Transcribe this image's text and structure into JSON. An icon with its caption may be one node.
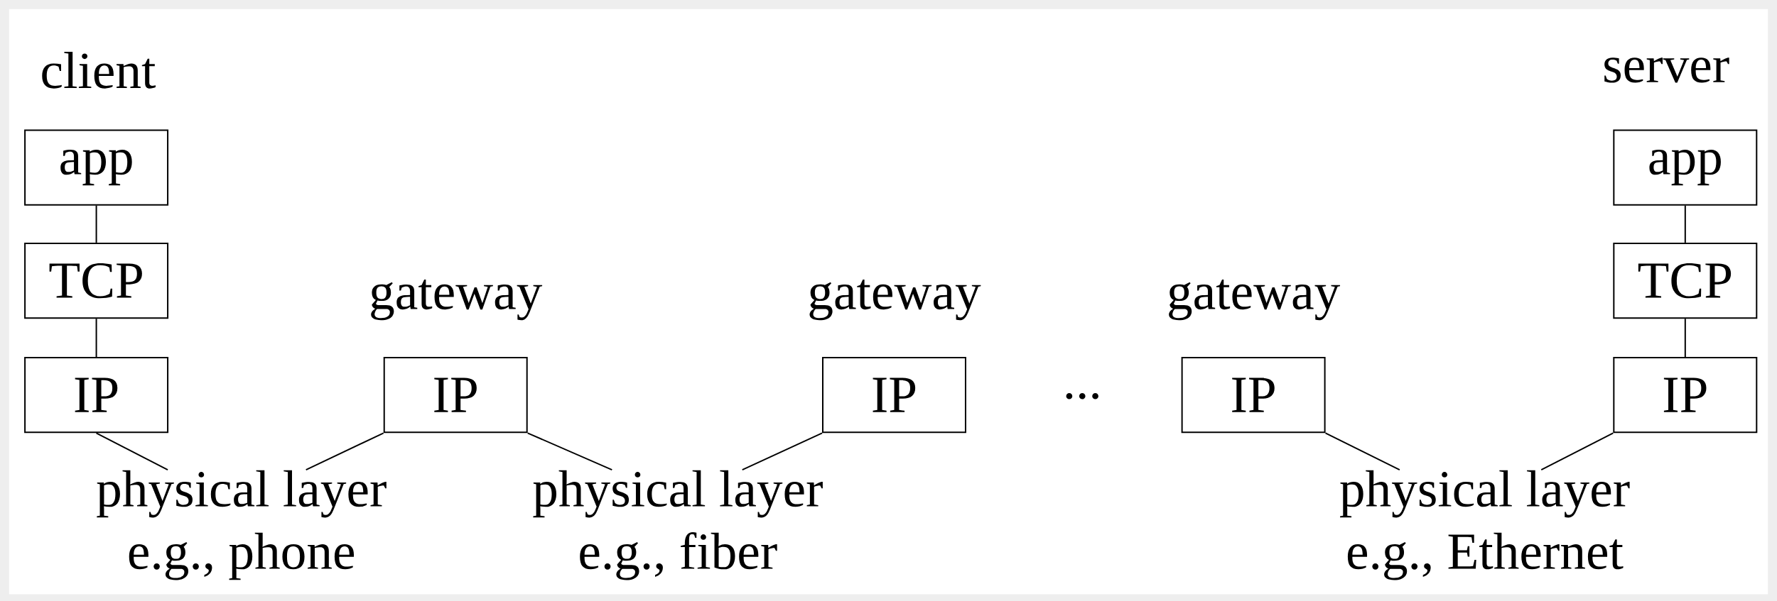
{
  "diagram": {
    "nodes": [
      {
        "text": [
          "app"
        ]
      },
      {
        "text": [
          "TCP"
        ]
      },
      {
        "text": [
          "IP"
        ]
      },
      {
        "text": [
          "IP"
        ]
      },
      {
        "text": [
          "IP"
        ]
      },
      {
        "text": [
          "IP"
        ]
      },
      {
        "text": [
          "app"
        ]
      },
      {
        "text": [
          "TCP"
        ]
      },
      {
        "text": [
          "IP"
        ]
      },
      {
        "text": [
          "physical layer",
          "e.g., phone"
        ]
      },
      {
        "text": [
          "physical layer",
          "e.g., fiber"
        ]
      },
      {
        "text": [
          "physical layer",
          "e.g., Ethernet"
        ]
      }
    ],
    "edges": [
      {
        "from": 0,
        "to": 1,
        "arrow": "none"
      },
      {
        "from": 1,
        "to": 2,
        "arrow": "none"
      },
      {
        "from": 2,
        "to": 9,
        "arrow": "none"
      },
      {
        "from": 3,
        "to": 9,
        "arrow": "none"
      },
      {
        "from": 3,
        "to": 10,
        "arrow": "none"
      },
      {
        "from": 4,
        "to": 10,
        "arrow": "none"
      },
      {
        "from": 5,
        "to": 11,
        "arrow": "none"
      },
      {
        "from": 6,
        "to": 7,
        "arrow": "none"
      },
      {
        "from": 7,
        "to": 8,
        "arrow": "none"
      },
      {
        "from": 8,
        "to": 11,
        "arrow": "none"
      }
    ],
    "labels": [
      "client",
      "server",
      "gateway",
      "gateway",
      "gateway",
      "..."
    ]
  }
}
